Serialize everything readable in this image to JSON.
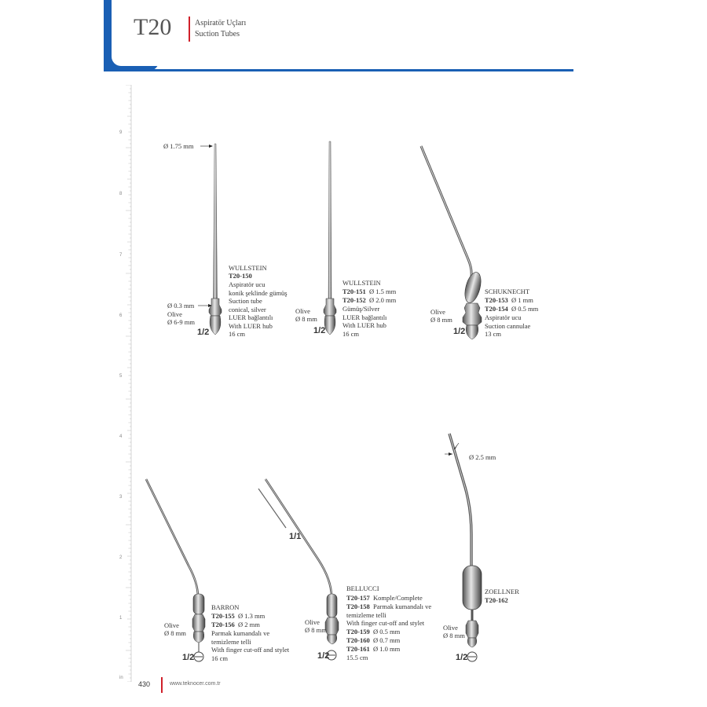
{
  "header": {
    "code": "T20",
    "subtitle_tr": "Aspiratör Uçları",
    "subtitle_en": "Suction Tubes",
    "accent_color": "#1a5fb4",
    "red_color": "#d0202a"
  },
  "ruler": {
    "labels": [
      "9",
      "8",
      "7",
      "6",
      "5",
      "4",
      "3",
      "2",
      "1"
    ],
    "unit": "in"
  },
  "items": {
    "i150": {
      "dim_top": "Ø 1.75 mm",
      "dim_mid": "Ø 0.3 mm",
      "olive": "Olive",
      "olive_size": "Ø 6-9 mm",
      "scale": "1/2",
      "name": "WULLSTEIN",
      "code": "T20-150",
      "lines": [
        "Aspiratör ucu",
        "konik şeklinde gümüş",
        "Suction tube",
        "conical, silver",
        "LUER bağlantılı",
        "With LUER hub",
        "16 cm"
      ]
    },
    "i151": {
      "olive": "Olive",
      "olive_size": "Ø 8 mm",
      "scale": "1/2",
      "name": "WULLSTEIN",
      "codes": [
        {
          "code": "T20-151",
          "size": "Ø 1.5 mm"
        },
        {
          "code": "T20-152",
          "size": "Ø 2.0 mm"
        }
      ],
      "lines": [
        "Gümüş/Silver",
        "LUER bağlantılı",
        "With LUER hub",
        "16 cm"
      ]
    },
    "i153": {
      "olive": "Olive",
      "olive_size": "Ø 8 mm",
      "scale": "1/2",
      "name": "SCHUKNECHT",
      "codes": [
        {
          "code": "T20-153",
          "size": "Ø 1 mm"
        },
        {
          "code": "T20-154",
          "size": "Ø 0.5 mm"
        }
      ],
      "lines": [
        "Aspiratör ucu",
        "Suction cannulae",
        "13 cm"
      ]
    },
    "i155": {
      "olive": "Olive",
      "olive_size": "Ø 8 mm",
      "scale": "1/2",
      "name": "BARRON",
      "codes": [
        {
          "code": "T20-155",
          "size": "Ø 1.3 mm"
        },
        {
          "code": "T20-156",
          "size": "Ø 2   mm"
        }
      ],
      "lines": [
        "Parmak kumandalı ve",
        "temizleme telli",
        "With finger cut-off and stylet",
        "16 cm"
      ]
    },
    "i157": {
      "olive": "Olive",
      "olive_size": "Ø 8 mm",
      "scale": "1/2",
      "scale2": "1/1",
      "name": "BELLUCCI",
      "codes": [
        {
          "code": "T20-157",
          "size": "Komple/Complete"
        },
        {
          "code": "T20-158",
          "size": "Parmak kumandalı ve"
        }
      ],
      "lines_mid": [
        "temizleme telli",
        "With finger cut-off and stylet"
      ],
      "codes2": [
        {
          "code": "T20-159",
          "size": "Ø 0.5 mm"
        },
        {
          "code": "T20-160",
          "size": "Ø 0.7 mm"
        },
        {
          "code": "T20-161",
          "size": "Ø 1.0 mm"
        }
      ],
      "length": "15.5 cm"
    },
    "i162": {
      "dim_top": "Ø 2.5 mm",
      "olive": "Olive",
      "olive_size": "Ø 8 mm",
      "scale": "1/2",
      "name": "ZOELLNER",
      "code": "T20-162"
    }
  },
  "footer": {
    "page": "430",
    "url": "www.teknocer.com.tr"
  }
}
